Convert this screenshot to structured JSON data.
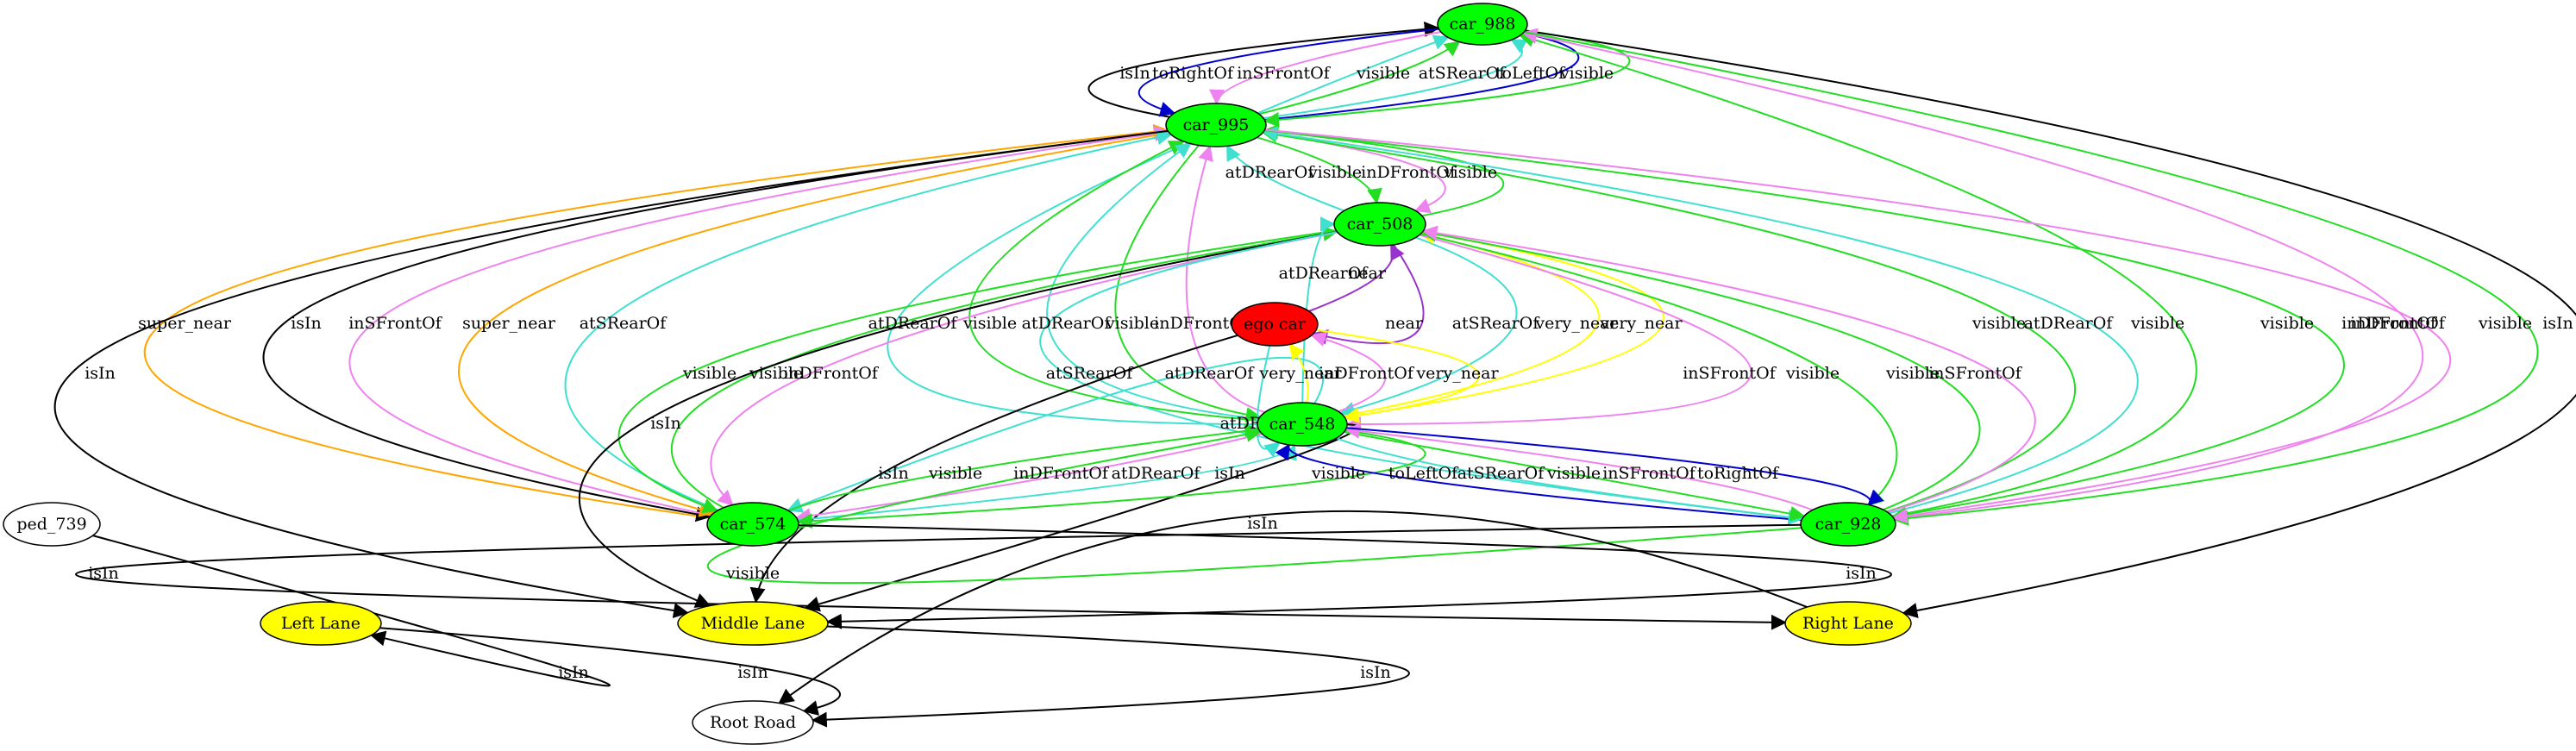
{
  "nodes": [
    {
      "id": "car_988",
      "label": "car_988",
      "fill": "#00ff00"
    },
    {
      "id": "car_995",
      "label": "car_995",
      "fill": "#00ff00"
    },
    {
      "id": "car_508",
      "label": "car_508",
      "fill": "#00ff00"
    },
    {
      "id": "ego_car",
      "label": "ego car",
      "fill": "#ff0000"
    },
    {
      "id": "car_548",
      "label": "car_548",
      "fill": "#00ff00"
    },
    {
      "id": "car_574",
      "label": "car_574",
      "fill": "#00ff00"
    },
    {
      "id": "car_928",
      "label": "car_928",
      "fill": "#00ff00"
    },
    {
      "id": "ped_739",
      "label": "ped_739",
      "fill": "#ffffff"
    },
    {
      "id": "left_lane",
      "label": "Left Lane",
      "fill": "#ffff00"
    },
    {
      "id": "middle_lane",
      "label": "Middle Lane",
      "fill": "#ffff00"
    },
    {
      "id": "right_lane",
      "label": "Right Lane",
      "fill": "#ffff00"
    },
    {
      "id": "root_road",
      "label": "Root Road",
      "fill": "#ffffff"
    }
  ],
  "edges": [
    {
      "from": "car_995",
      "to": "car_988",
      "label": "isIn",
      "color": "#000000"
    },
    {
      "from": "car_988",
      "to": "car_995",
      "label": "toRightOf",
      "color": "#0000cc"
    },
    {
      "from": "car_988",
      "to": "car_995",
      "label": "inSFrontOf",
      "color": "#ee82ee"
    },
    {
      "from": "car_995",
      "to": "car_988",
      "label": "visible",
      "color": "#22dd22"
    },
    {
      "from": "car_995",
      "to": "car_988",
      "label": "atSRearOf",
      "color": "#40e0d0"
    },
    {
      "from": "car_995",
      "to": "car_988",
      "label": "toLeftOf",
      "color": "#0000cc"
    },
    {
      "from": "car_988",
      "to": "car_995",
      "label": "visible",
      "color": "#22dd22"
    },
    {
      "from": "car_508",
      "to": "car_995",
      "label": "atDRearOf",
      "color": "#40e0d0"
    },
    {
      "from": "car_995",
      "to": "car_508",
      "label": "visible",
      "color": "#22dd22"
    },
    {
      "from": "car_995",
      "to": "car_508",
      "label": "inDFrontOf",
      "color": "#ee82ee"
    },
    {
      "from": "car_508",
      "to": "car_995",
      "label": "visible",
      "color": "#22dd22"
    },
    {
      "from": "car_574",
      "to": "car_995",
      "label": "super_near",
      "color": "#ffa500"
    },
    {
      "from": "car_995",
      "to": "car_574",
      "label": "isIn",
      "color": "#000000"
    },
    {
      "from": "car_574",
      "to": "car_995",
      "label": "inSFrontOf",
      "color": "#ee82ee"
    },
    {
      "from": "car_995",
      "to": "car_574",
      "label": "super_near",
      "color": "#ffa500"
    },
    {
      "from": "car_574",
      "to": "car_995",
      "label": "atSRearOf",
      "color": "#40e0d0"
    },
    {
      "from": "car_548",
      "to": "car_988",
      "label": "atDRearOf",
      "color": "#40e0d0"
    },
    {
      "from": "car_548",
      "to": "car_995",
      "label": "visible",
      "color": "#22dd22"
    },
    {
      "from": "car_548",
      "to": "car_995",
      "label": "atDRearOf",
      "color": "#40e0d0"
    },
    {
      "from": "car_995",
      "to": "car_548",
      "label": "visible",
      "color": "#22dd22"
    },
    {
      "from": "car_548",
      "to": "car_995",
      "label": "inDFrontOf",
      "color": "#ee82ee"
    },
    {
      "from": "car_995",
      "to": "middle_lane",
      "label": "isIn",
      "color": "#000000"
    },
    {
      "from": "car_988",
      "to": "right_lane",
      "label": "isIn",
      "color": "#000000"
    },
    {
      "from": "car_928",
      "to": "car_988",
      "label": "visible",
      "color": "#22dd22"
    },
    {
      "from": "car_928",
      "to": "car_988",
      "label": "inDFrontOf",
      "color": "#ee82ee"
    },
    {
      "from": "car_988",
      "to": "car_928",
      "label": "visible",
      "color": "#22dd22"
    },
    {
      "from": "car_928",
      "to": "car_995",
      "label": "visible",
      "color": "#22dd22"
    },
    {
      "from": "car_928",
      "to": "car_995",
      "label": "atDRearOf",
      "color": "#40e0d0"
    },
    {
      "from": "car_995",
      "to": "car_928",
      "label": "visible",
      "color": "#22dd22"
    },
    {
      "from": "car_995",
      "to": "car_928",
      "label": "inDFrontOf",
      "color": "#ee82ee"
    },
    {
      "from": "car_508",
      "to": "car_574",
      "label": "visible",
      "color": "#22dd22"
    },
    {
      "from": "car_574",
      "to": "car_508",
      "label": "visible",
      "color": "#22dd22"
    },
    {
      "from": "car_508",
      "to": "car_574",
      "label": "inDFrontOf",
      "color": "#ee82ee"
    },
    {
      "from": "car_508",
      "to": "middle_lane",
      "label": "isIn",
      "color": "#000000"
    },
    {
      "from": "car_548",
      "to": "car_508",
      "label": "atDRearOf",
      "color": "#40e0d0"
    },
    {
      "from": "ego_car",
      "to": "car_508",
      "label": "near",
      "color": "#9932cc"
    },
    {
      "from": "car_508",
      "to": "ego_car",
      "label": "near",
      "color": "#9932cc"
    },
    {
      "from": "car_508",
      "to": "car_548",
      "label": "atSRearOf",
      "color": "#40e0d0"
    },
    {
      "from": "car_548",
      "to": "car_508",
      "label": "very_near",
      "color": "#ffff00"
    },
    {
      "from": "car_508",
      "to": "car_548",
      "label": "very_near",
      "color": "#ffff00"
    },
    {
      "from": "car_508",
      "to": "car_548",
      "label": "inSFrontOf",
      "color": "#ee82ee"
    },
    {
      "from": "car_508",
      "to": "car_928",
      "label": "visible",
      "color": "#22dd22"
    },
    {
      "from": "car_928",
      "to": "car_508",
      "label": "visible",
      "color": "#22dd22"
    },
    {
      "from": "car_928",
      "to": "car_508",
      "label": "inSFrontOf",
      "color": "#ee82ee"
    },
    {
      "from": "car_508",
      "to": "car_928",
      "label": "atSRearOf",
      "color": "#40e0d0"
    },
    {
      "from": "car_548",
      "to": "car_574",
      "label": "atDRearOf",
      "color": "#40e0d0"
    },
    {
      "from": "car_548",
      "to": "ego_car",
      "label": "very_near",
      "color": "#ffff00"
    },
    {
      "from": "car_548",
      "to": "ego_car",
      "label": "inDFrontOf",
      "color": "#ee82ee"
    },
    {
      "from": "ego_car",
      "to": "car_548",
      "label": "very_near",
      "color": "#ffff00"
    },
    {
      "from": "ego_car",
      "to": "car_548",
      "label": "atDRearOf",
      "color": "#40e0d0"
    },
    {
      "from": "ego_car",
      "to": "middle_lane",
      "label": "isIn",
      "color": "#000000"
    },
    {
      "from": "car_574",
      "to": "car_548",
      "label": "visible",
      "color": "#22dd22"
    },
    {
      "from": "car_548",
      "to": "car_574",
      "label": "inDFrontOf",
      "color": "#ee82ee"
    },
    {
      "from": "car_574",
      "to": "car_548",
      "label": "atDRearOf",
      "color": "#40e0d0"
    },
    {
      "from": "car_548",
      "to": "middle_lane",
      "label": "isIn",
      "color": "#000000"
    },
    {
      "from": "car_548",
      "to": "car_574",
      "label": "visible",
      "color": "#22dd22"
    },
    {
      "from": "car_928",
      "to": "car_548",
      "label": "toLeftOf",
      "color": "#0000cc"
    },
    {
      "from": "car_548",
      "to": "car_928",
      "label": "atSRearOf",
      "color": "#40e0d0"
    },
    {
      "from": "car_548",
      "to": "car_928",
      "label": "visible",
      "color": "#22dd22"
    },
    {
      "from": "car_928",
      "to": "car_548",
      "label": "inSFrontOf",
      "color": "#ee82ee"
    },
    {
      "from": "car_548",
      "to": "car_928",
      "label": "toRightOf",
      "color": "#0000cc"
    },
    {
      "from": "car_928",
      "to": "car_548",
      "label": "visible",
      "color": "#22dd22"
    },
    {
      "from": "car_574",
      "to": "middle_lane",
      "label": "isIn",
      "color": "#000000"
    },
    {
      "from": "car_928",
      "to": "right_lane",
      "label": "isIn",
      "color": "#000000"
    },
    {
      "from": "ped_739",
      "to": "left_lane",
      "label": "isIn",
      "color": "#000000"
    },
    {
      "from": "left_lane",
      "to": "root_road",
      "label": "isIn",
      "color": "#000000"
    },
    {
      "from": "middle_lane",
      "to": "root_road",
      "label": "isIn",
      "color": "#000000"
    },
    {
      "from": "right_lane",
      "to": "root_road",
      "label": "isIn",
      "color": "#000000"
    }
  ]
}
